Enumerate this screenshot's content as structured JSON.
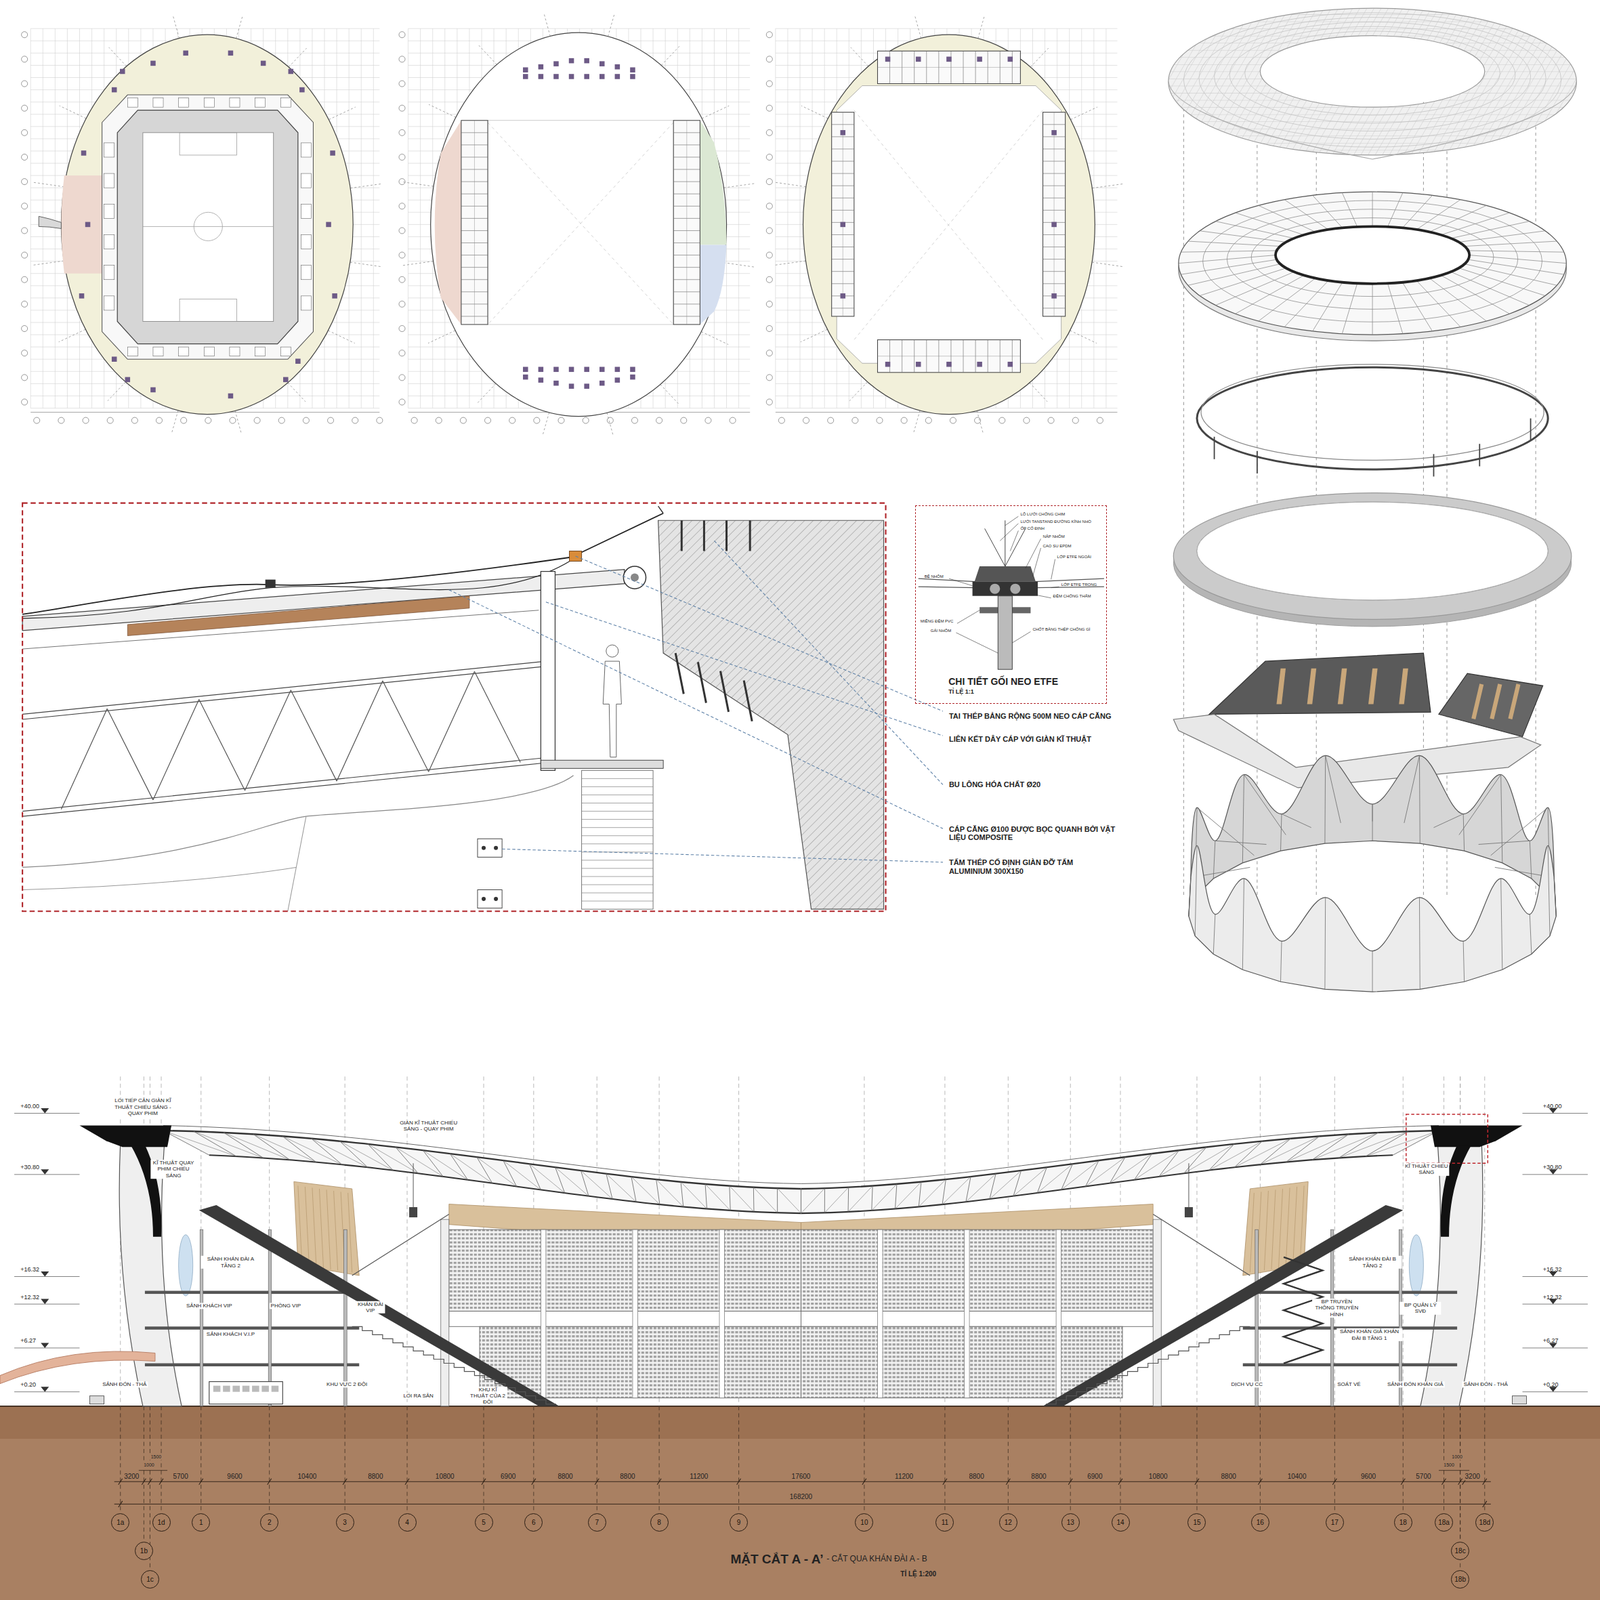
{
  "diagram": {
    "title": "MẶT CẮT A - A’",
    "nodes": [
      {
        "text": [
          "CHI TIẾT GỐI NEO ETFE",
          "TỈ LỆ 1:1"
        ]
      },
      {
        "text": [
          "1a"
        ]
      },
      {
        "text": [
          "1b"
        ]
      },
      {
        "text": [
          "1c"
        ]
      },
      {
        "text": [
          "1d"
        ]
      },
      {
        "text": [
          "1"
        ]
      },
      {
        "text": [
          "2"
        ]
      },
      {
        "text": [
          "3"
        ]
      },
      {
        "text": [
          "4"
        ]
      },
      {
        "text": [
          "5"
        ]
      },
      {
        "text": [
          "6"
        ]
      },
      {
        "text": [
          "7"
        ]
      },
      {
        "text": [
          "8"
        ]
      },
      {
        "text": [
          "9"
        ]
      },
      {
        "text": [
          "10"
        ]
      },
      {
        "text": [
          "11"
        ]
      },
      {
        "text": [
          "12"
        ]
      },
      {
        "text": [
          "13"
        ]
      },
      {
        "text": [
          "14"
        ]
      },
      {
        "text": [
          "15"
        ]
      },
      {
        "text": [
          "16"
        ]
      },
      {
        "text": [
          "17"
        ]
      },
      {
        "text": [
          "18"
        ]
      },
      {
        "text": [
          "18a"
        ]
      },
      {
        "text": [
          "18b"
        ]
      },
      {
        "text": [
          "18c"
        ]
      },
      {
        "text": [
          "18d"
        ]
      }
    ],
    "labels": [
      "TAI THÉP BẢNG RỘNG 500M NEO CÁP CĂNG",
      "LIÊN KẾT DÂY CÁP VỚI GIÀN KĨ THUẬT",
      "BU LÔNG HÓA CHẤT Ø20",
      "CÁP CĂNG Ø100 ĐƯỢC BỌC QUANH BỞI VẬT LIỆU COMPOSITE",
      "TẤM THÉP CỐ ĐỊNH GIÀN ĐỠ TẤM ALUMINIUM 300X150",
      "LỖ LƯỚI CHỐNG CHIM",
      "LƯỚI TANSTAND ĐƯỜNG KÍNH NHỎ",
      "ỐP CỐ ĐỊNH",
      "NẮP NHÔM",
      "CAO SU EPDM",
      "LỚP ETFE NGOÀI",
      "LỚP ETFE TRONG",
      "ĐỆM CHỐNG THẤM",
      "BỆ NHÔM",
      "MIẾNG ĐỆM PVC",
      "GÁI NHÔM",
      "CHỐT BẰNG THÉP CHỐNG GỈ",
      "LỐI TIẾP CẬN GIÀN KĨ THUẬT CHIẾU SÁNG - QUAY PHIM",
      "GIÀN KĨ THUẬT CHIẾU SÁNG - QUAY PHIM",
      "KĨ THUẬT QUAY PHIM CHIẾU SÁNG",
      "KĨ THUẬT CHIẾU SÁNG",
      "SẢNH KHÁN ĐÀI A TẦNG 2",
      "SẢNH KHÁCH VIP",
      "PHÒNG VIP",
      "KHÁN ĐÀI VIP",
      "SẢNH KHÁCH V.I.P",
      "SẢNH ĐÓN - THẢ",
      "KHU VỰC 2 ĐỘI",
      "LỐI RA SÂN",
      "KHU KĨ THUẬT CỦA 2 ĐỘI",
      "SẢNH KHÁN ĐÀI B TẦNG 2",
      "BP TRUYỀN THÔNG TRUYỀN HÌNH",
      "BP QUẢN LÝ SVĐ",
      "SẢNH KHÁN GIẢ KHÁN ĐÀI B TẦNG 1",
      "DỊCH VỤ CC",
      "SOÁT VÉ",
      "SẢNH ĐÓN KHÁN GIẢ",
      "SẢNH ĐÓN - THẢ",
      "+40.00",
      "+30.80",
      "+16.32",
      "+12.32",
      "+6.27",
      "+0.20",
      "+40.00",
      "+30.80",
      "+16.32",
      "+12.32",
      "+6.27",
      "+0.20",
      "3200",
      "1000",
      "1500",
      "5700",
      "9600",
      "10400",
      "8800",
      "10800",
      "6900",
      "8800",
      "8800",
      "11200",
      "17600",
      "11200",
      "8800",
      "8800",
      "6900",
      "10800",
      "8800",
      "10400",
      "9600",
      "5700",
      "1500",
      "1000",
      "3200",
      "168200",
      "- CẮT QUA KHÁN ĐÀI A - B",
      "TỈ LỆ 1:200"
    ]
  }
}
